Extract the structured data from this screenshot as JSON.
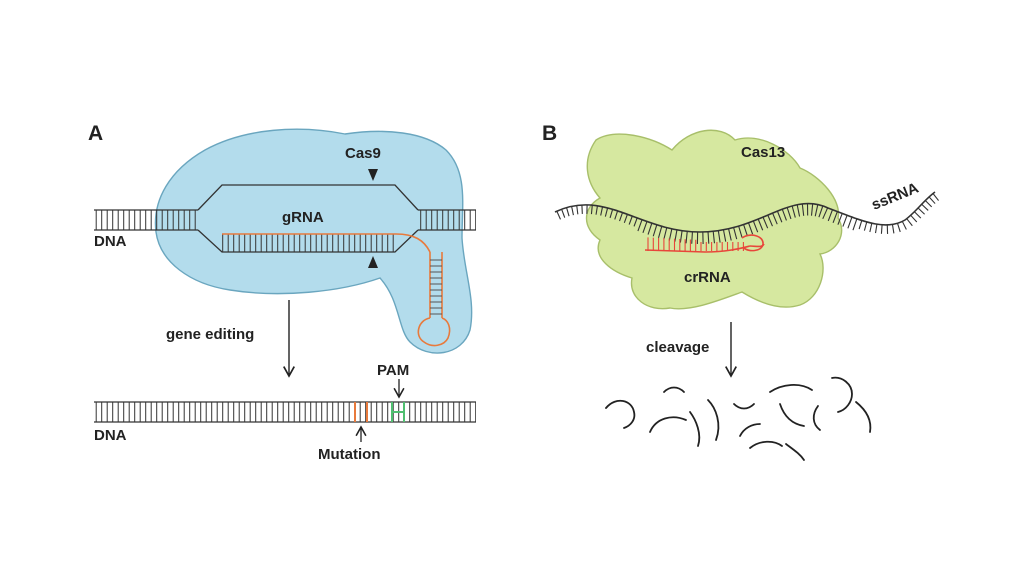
{
  "panel_a": {
    "letter": "A",
    "labels": {
      "protein": "Cas9",
      "guide": "gRNA",
      "dna_top": "DNA",
      "process": "gene editing",
      "pam": "PAM",
      "dna_bottom": "DNA",
      "mutation": "Mutation"
    }
  },
  "panel_b": {
    "letter": "B",
    "labels": {
      "protein": "Cas13",
      "target": "ssRNA",
      "guide": "crRNA",
      "process": "cleavage"
    }
  },
  "colors": {
    "cas9_fill": "#b3dcec",
    "cas13_fill": "#d6e8a0",
    "guide_rna": "#e87a3c",
    "crrna": "#e8463a",
    "mutation": "#e87a3c",
    "pam": "#4fbf70",
    "strand": "#333333"
  }
}
